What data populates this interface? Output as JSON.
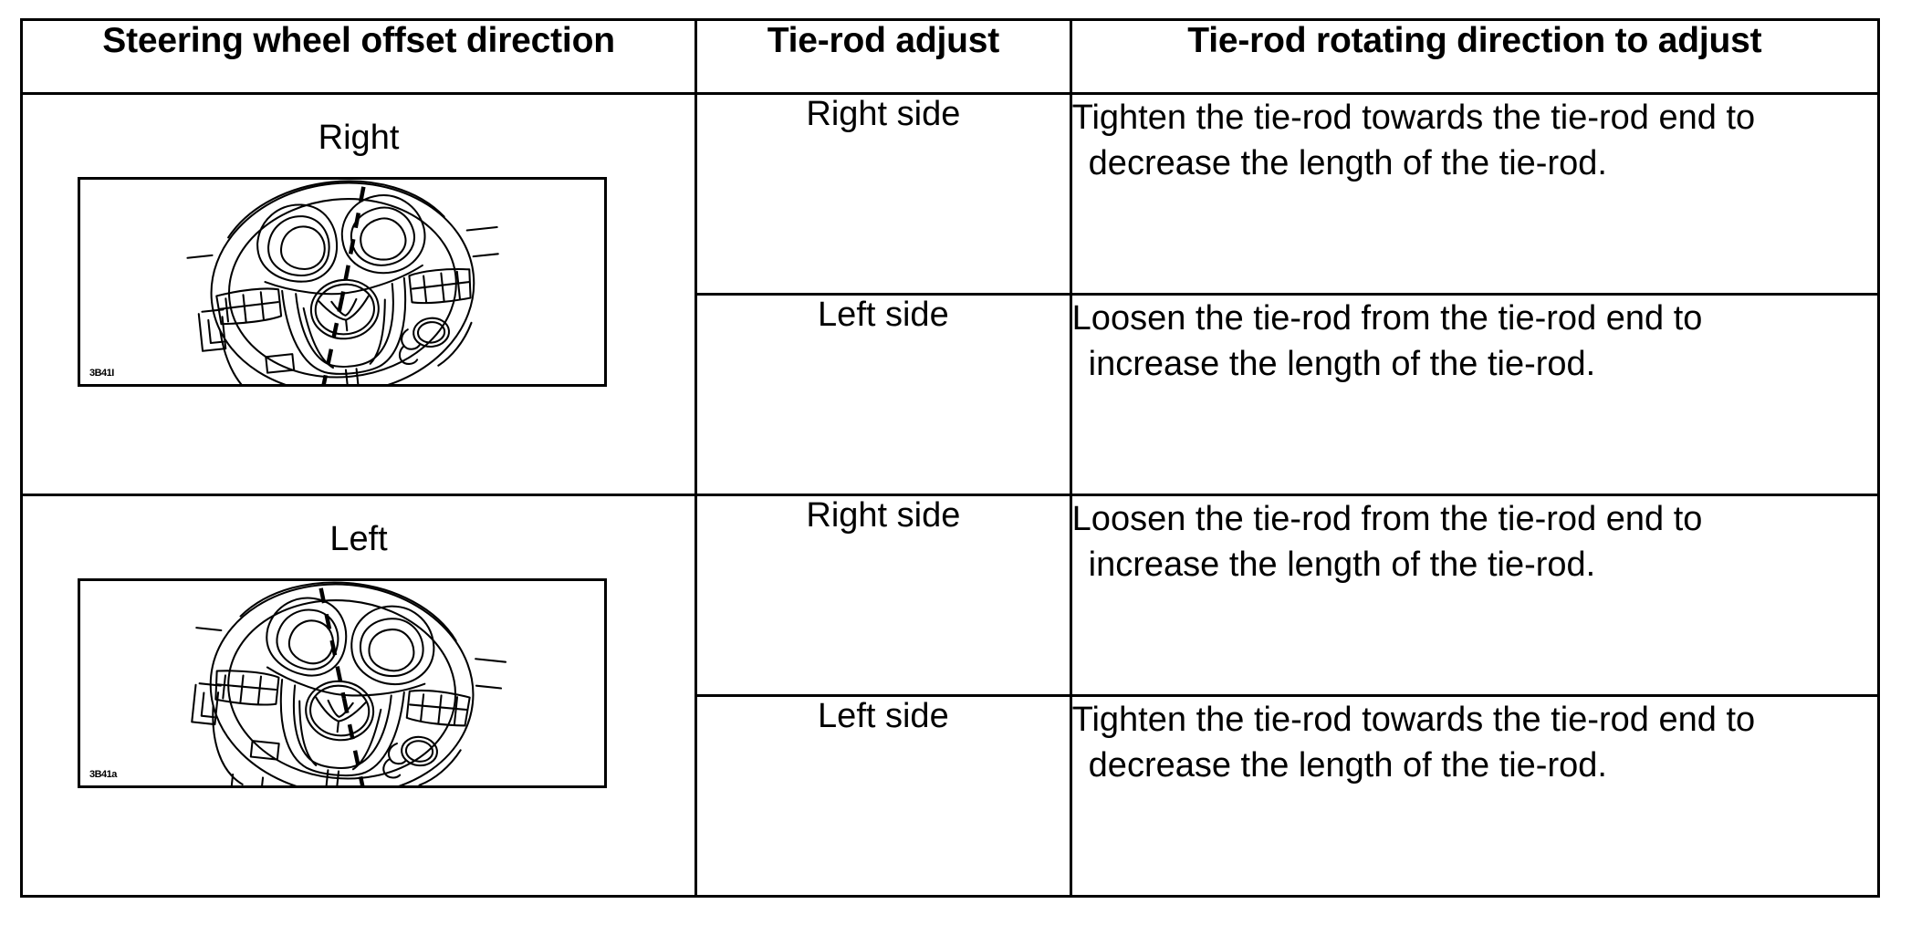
{
  "table": {
    "columns": [
      {
        "id": "offset_direction",
        "label": "Steering wheel offset direction"
      },
      {
        "id": "tie_rod_adjust",
        "label": "Tie-rod adjust"
      },
      {
        "id": "rotating_direction",
        "label": "Tie-rod rotating direction to adjust"
      }
    ],
    "rows": [
      {
        "direction": "Right",
        "figure": {
          "name": "steering-wheel-offset-right",
          "code": "3B41I",
          "tilt": "right",
          "alt": "Line drawing of steering wheel with Mazda emblem, dashed centerline offset to the right"
        },
        "subrows": [
          {
            "side": "Right side",
            "desc_line1": "Tighten the tie-rod towards the tie-rod end to",
            "desc_line2": "decrease the length of the tie-rod."
          },
          {
            "side": "Left side",
            "desc_line1": "Loosen the tie-rod from the tie-rod end to",
            "desc_line2": "increase the length of the tie-rod."
          }
        ]
      },
      {
        "direction": "Left",
        "figure": {
          "name": "steering-wheel-offset-left",
          "code": "3B41a",
          "tilt": "left",
          "alt": "Line drawing of steering wheel with Mazda emblem, dashed centerline offset to the left"
        },
        "subrows": [
          {
            "side": "Right side",
            "desc_line1": "Loosen the tie-rod from the tie-rod end to",
            "desc_line2": "increase the length of the tie-rod."
          },
          {
            "side": "Left side",
            "desc_line1": "Tighten the tie-rod towards the tie-rod end to",
            "desc_line2": "decrease the length of the tie-rod."
          }
        ]
      }
    ]
  },
  "colors": {
    "ink": "#000000",
    "paper": "#ffffff"
  }
}
